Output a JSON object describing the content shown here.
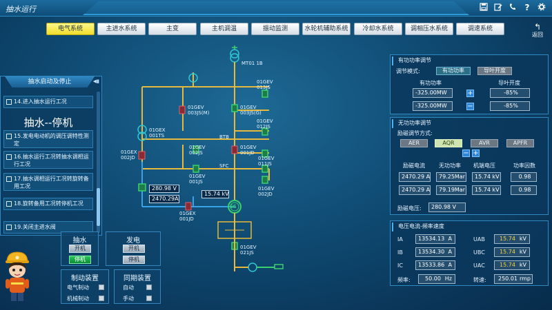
{
  "window": {
    "title": "抽水运行"
  },
  "titlebar_icons": [
    "save-icon",
    "edit-icon",
    "phone-icon",
    "help-icon",
    "settings-icon"
  ],
  "nav": {
    "tabs": [
      {
        "label": "电气系统",
        "active": true
      },
      {
        "label": "主进水系统",
        "active": false
      },
      {
        "label": "主变",
        "active": false
      },
      {
        "label": "主机调温",
        "active": false
      },
      {
        "label": "振动监测",
        "active": false
      },
      {
        "label": "水轮机辅助系统",
        "active": false
      },
      {
        "label": "冷却水系统",
        "active": false
      },
      {
        "label": "调相压水系统",
        "active": false
      },
      {
        "label": "调速系统",
        "active": false
      }
    ],
    "back_label": "返回"
  },
  "steps_panel": {
    "title": "抽水启动及停止",
    "state": "抽水--停机",
    "steps": [
      "14.进入抽水运行工况",
      "15.发电电动机的调压调特性测定",
      "16.抽水运行工况转抽水调相运行工况",
      "17.抽水调相运行工况转旋转备用工况",
      "18.旋转备用工况转停机工况",
      "19.关闭主进水阀"
    ]
  },
  "controls": {
    "pump": {
      "title": "抽水",
      "start": "开机",
      "stop": "停机"
    },
    "gen": {
      "title": "发电",
      "start": "开机",
      "stop": "停机"
    },
    "brake": {
      "title": "制动装置",
      "electric": "电气制动",
      "mechanical": "机械制动"
    },
    "sync": {
      "title": "同期装置",
      "auto": "自动",
      "manual": "手动"
    }
  },
  "diagram": {
    "labels": {
      "mt": "MT01 1B",
      "gev013": "01GEV\n013JS",
      "gev003": "01GEV\n003JS(M)",
      "gev003g": "01GEV\n003JS(G)",
      "gev012": "01GEV\n012JS",
      "gex001": "01GEX\n001TS",
      "gex002": "01GEX\n002JD",
      "btb": "BTB",
      "gev002": "01GEV\n002JS",
      "gev001jd": "01GEV\n001JD",
      "sfc": "SFC",
      "gev001": "01GEV\n001JS",
      "gev002jd": "01GEV\n002JD",
      "gev011": "01GEV\n011JS",
      "gex001jd": "01GEX\n001JD",
      "gev021": "01GEV\n021JS",
      "ss": "SS"
    },
    "readouts": {
      "v1": "280.98 V",
      "a1": "2470.29A",
      "kv1": "15.74 kV"
    }
  },
  "active_power": {
    "title": "有功功率调节",
    "mode_label": "调节模式:",
    "mode_active": "有功功率",
    "mode_other": "导叶开度",
    "col1": "有功功率",
    "col2": "导叶开度",
    "p_set": "-325.00MW",
    "p_act": "-325.00MW",
    "gv_set": "-85%",
    "gv_act": "-85%"
  },
  "reactive_power": {
    "title": "无功功率调节",
    "mode_label": "励磁调节方式:",
    "modes": [
      "AER",
      "AQR",
      "AVR",
      "APFR"
    ],
    "selected": "AQR",
    "headers": [
      "励磁电流",
      "无功功率",
      "机端电压",
      "功率因数"
    ],
    "rows": [
      [
        "2470.29 A",
        "79.25Mar",
        "15.74 kV",
        "0.98"
      ],
      [
        "2470.29 A",
        "79.19Mar",
        "15.74 kV",
        "0.98"
      ]
    ],
    "exc_label": "励磁电压:",
    "exc_value": "280.98 V"
  },
  "measurement": {
    "title": "电压电流-频率速度",
    "ia_label": "IA",
    "ia": "13534.13",
    "ia_unit": "A",
    "ib_label": "IB",
    "ib": "13534.30",
    "ib_unit": "A",
    "ic_label": "IC",
    "ic": "13533.86",
    "ic_unit": "A",
    "uab_label": "UAB",
    "uab": "15.74",
    "uab_unit": "kV",
    "ubc_label": "UBC",
    "ubc": "15.74",
    "ubc_unit": "kV",
    "uac_label": "UAC",
    "uac": "15.74",
    "uac_unit": "kV",
    "freq_label": "频率:",
    "freq": "50.00",
    "freq_unit": "Hz",
    "speed_label": "转速:",
    "speed": "250.01",
    "speed_unit": "rmp"
  },
  "colors": {
    "bus_yellow": "#e8b93a",
    "bus_blue": "#3aa2e6",
    "breaker_red": "#c44a52",
    "breaker_green": "#3ad070"
  }
}
